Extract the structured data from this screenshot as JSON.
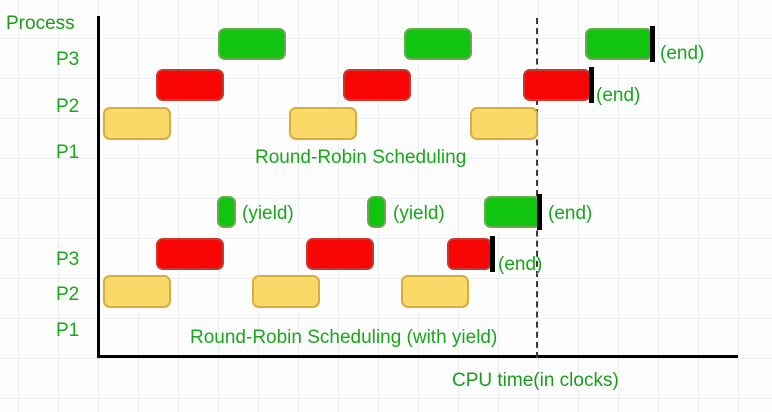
{
  "chart_data": {
    "type": "bar",
    "title": "Round-Robin Scheduling comparison (Gantt chart)",
    "xlabel": "CPU time(in clocks)",
    "ylabel": "Process",
    "grid": true,
    "legend": "none",
    "charts": [
      {
        "name": "Round-Robin Scheduling",
        "caption": "Round-Robin Scheduling",
        "rows": [
          "P3",
          "P2",
          "P1"
        ],
        "series": [
          {
            "name": "P1",
            "color": "#fbd969",
            "slices": [
              {
                "start": 0,
                "length": 1
              },
              {
                "start": 3,
                "length": 1
              },
              {
                "start": 6,
                "length": 1
              }
            ]
          },
          {
            "name": "P2",
            "color": "#fa0505",
            "slices": [
              {
                "start": 1,
                "length": 1
              },
              {
                "start": 4,
                "length": 1
              },
              {
                "start": 7,
                "length": 1,
                "end_marker": true
              }
            ]
          },
          {
            "name": "P3",
            "color": "#10c410",
            "slices": [
              {
                "start": 2,
                "length": 1
              },
              {
                "start": 5,
                "length": 1
              },
              {
                "start": 8,
                "length": 1,
                "end_marker": true
              }
            ]
          }
        ],
        "annotations": [
          {
            "text": "(end)",
            "row": "P3"
          },
          {
            "text": "(end)",
            "row": "P2"
          }
        ]
      },
      {
        "name": "Round-Robin Scheduling (with yield)",
        "caption": "Round-Robin Scheduling (with yield)",
        "rows": [
          "P3",
          "P2",
          "P1"
        ],
        "series": [
          {
            "name": "P1",
            "color": "#fbd969",
            "slices": [
              {
                "start": 0,
                "length": 1
              },
              {
                "start": 2.2,
                "length": 1
              },
              {
                "start": 4.5,
                "length": 1
              }
            ]
          },
          {
            "name": "P2",
            "color": "#fa0505",
            "slices": [
              {
                "start": 1,
                "length": 1
              },
              {
                "start": 3.2,
                "length": 1
              },
              {
                "start": 5.5,
                "length": 0.65,
                "end_marker": true
              }
            ]
          },
          {
            "name": "P3",
            "color": "#10c410",
            "slices": [
              {
                "start": 2,
                "length": 0.26,
                "yield": true
              },
              {
                "start": 4.2,
                "length": 0.26,
                "yield": true
              },
              {
                "start": 6.2,
                "length": 1,
                "end_marker": true
              }
            ]
          }
        ],
        "annotations": [
          {
            "text": "(yield)",
            "row": "P3"
          },
          {
            "text": "(yield)",
            "row": "P3"
          },
          {
            "text": "(end)",
            "row": "P3"
          },
          {
            "text": "(end)",
            "row": "P2"
          }
        ]
      }
    ]
  },
  "axes": {
    "y_title": "Process",
    "x_title": "CPU time(in clocks)"
  },
  "upper": {
    "rows": {
      "p3": "P3",
      "p2": "P2",
      "p1": "P1"
    },
    "caption": "Round-Robin Scheduling",
    "end_p3": "(end)",
    "end_p2": "(end)"
  },
  "lower": {
    "rows": {
      "p3": "P3",
      "p2": "P2",
      "p1": "P1"
    },
    "caption": "Round-Robin Scheduling (with yield)",
    "yield_1": "(yield)",
    "yield_2": "(yield)",
    "end_p3": "(end)",
    "end_p2": "(end)"
  },
  "colors": {
    "p1": "#fbd969",
    "p2": "#fa0505",
    "p3": "#10c410",
    "text": "#17a81a",
    "axis": "#000000",
    "grid": "#eceff1"
  }
}
